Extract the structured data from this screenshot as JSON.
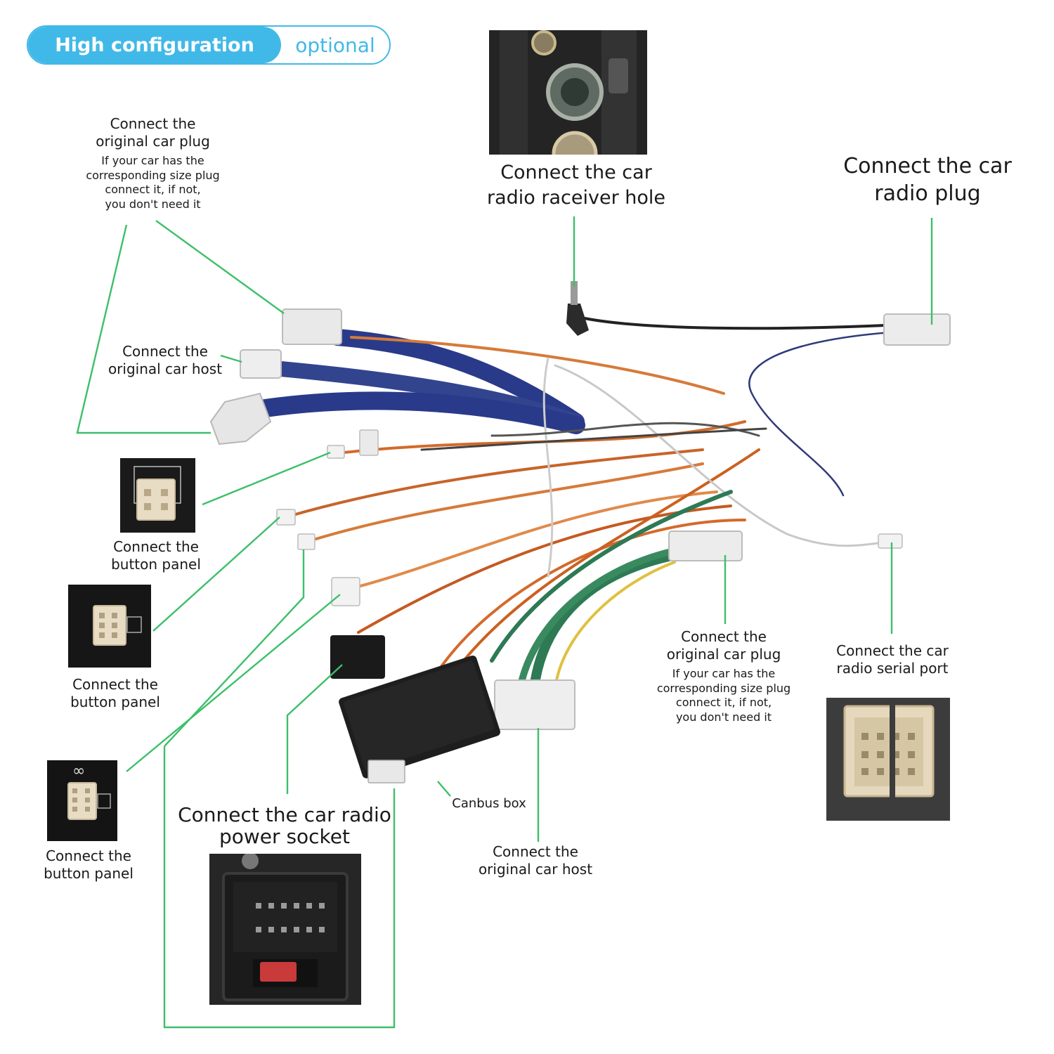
{
  "badge": {
    "main": "High configuration",
    "optional": "optional"
  },
  "labels": {
    "plug_top_left": {
      "title_1": "Connect the",
      "title_2": "original car plug",
      "note": [
        "If your car has the",
        "corresponding size plug",
        "connect it, if not,",
        "you don't need it"
      ]
    },
    "receiver_hole": {
      "line_1": "Connect the  car",
      "line_2": "radio raceiver hole"
    },
    "radio_plug": {
      "line_1": "Connect the car",
      "line_2": "radio  plug"
    },
    "host_left": {
      "line_1": "Connect the",
      "line_2": "original car host"
    },
    "button_panel_1": {
      "line_1": "Connect the",
      "line_2": "button panel"
    },
    "button_panel_2": {
      "line_1": "Connect the",
      "line_2": "button panel"
    },
    "button_panel_3": {
      "line_1": "Connect the",
      "line_2": "button panel"
    },
    "plug_right": {
      "title_1": "Connect the",
      "title_2": "original car plug",
      "note": [
        "If your car has the",
        "corresponding size plug",
        "connect it, if not,",
        "you don't need it"
      ]
    },
    "serial_port": {
      "line_1": "Connect the car",
      "line_2": "radio  serial port"
    },
    "power_socket": {
      "line_1": "Connect the car radio",
      "line_2": "power socket"
    },
    "canbus_box": "Canbus box",
    "host_bottom": {
      "line_1": "Connect the",
      "line_2": "original car host"
    }
  },
  "colors": {
    "accent": "#41b9e8",
    "leader": "#3dbf6a"
  }
}
